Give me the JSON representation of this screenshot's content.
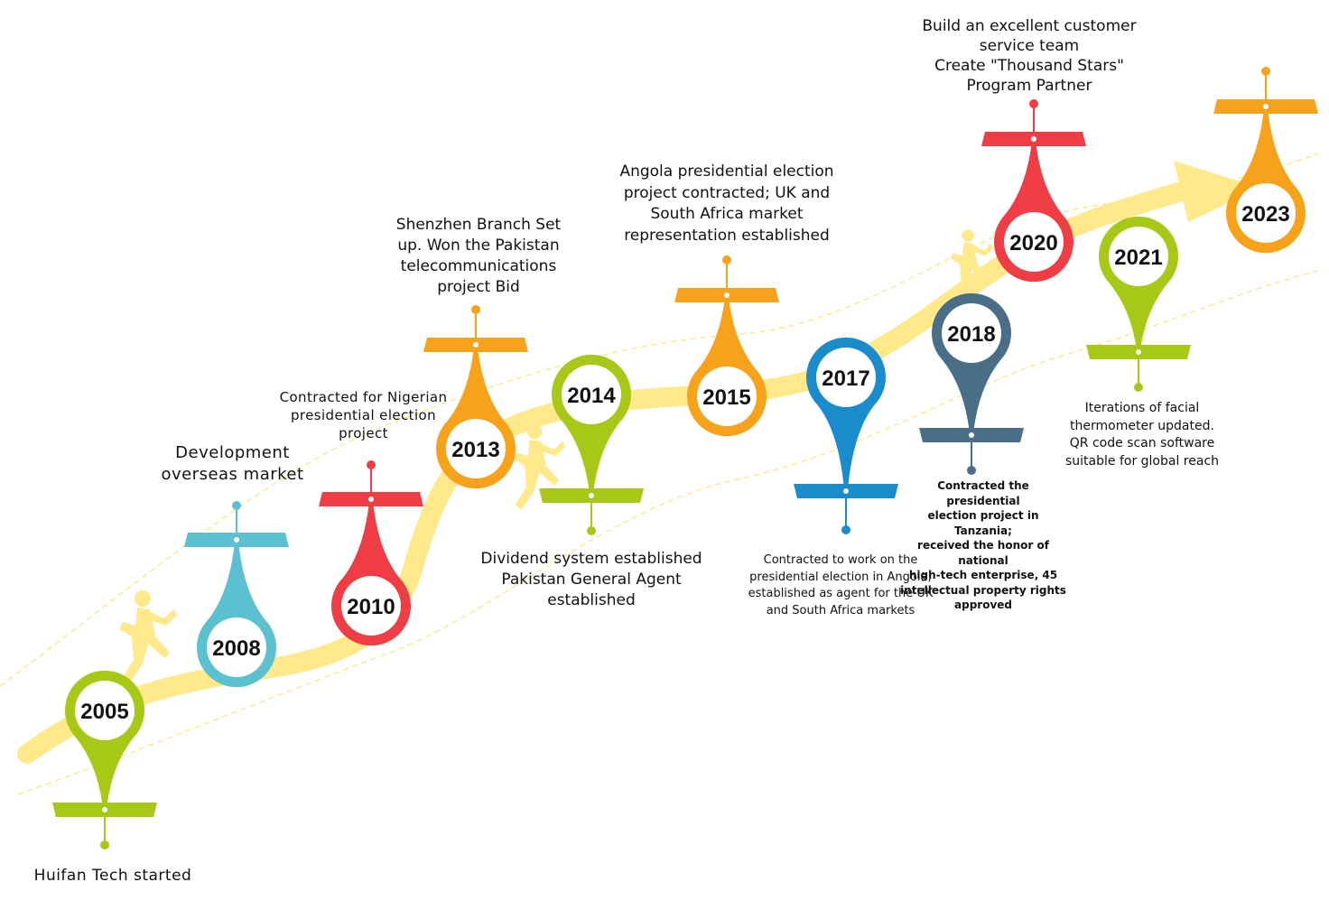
{
  "colors": {
    "path": "#FFE98A",
    "path_soft": "#FFF2B0",
    "runner": "#FFE98A",
    "green": "#A8C817",
    "teal": "#5BC0CF",
    "red": "#EF3D45",
    "orange": "#F7A21B",
    "blue": "#1A8CCB",
    "slate": "#4A6E87"
  },
  "icons": {
    "markers": "map-pin-icon",
    "runners": "running-person-icon"
  },
  "milestones": [
    {
      "year": "2005",
      "color": "green",
      "text": "Huifan Tech started"
    },
    {
      "year": "2008",
      "color": "teal",
      "text": "Development\noverseas market"
    },
    {
      "year": "2010",
      "color": "red",
      "text": "Contracted for Nigerian\npresidential election\nproject"
    },
    {
      "year": "2013",
      "color": "orange",
      "text": "Shenzhen Branch Set\nup. Won the Pakistan\ntelecommunications\nproject Bid"
    },
    {
      "year": "2014",
      "color": "green",
      "text": "Dividend system established\nPakistan General Agent\nestablished"
    },
    {
      "year": "2015",
      "color": "orange",
      "text": "Angola presidential election\nproject contracted; UK and\nSouth Africa market\nrepresentation established"
    },
    {
      "year": "2017",
      "color": "blue",
      "text": "Contracted to work on the\npresidential election in Angola;\nestablished as agent for the UK\nand South Africa markets"
    },
    {
      "year": "2018",
      "color": "slate",
      "text": "Contracted the presidential\nelection project in Tanzania;\nreceived the honor of national\nhigh-tech enterprise, 45\nintellectual property rights\napproved"
    },
    {
      "year": "2020",
      "color": "red",
      "text": "Build an excellent customer\nservice team\nCreate \"Thousand Stars\"\nProgram Partner"
    },
    {
      "year": "2021",
      "color": "green",
      "text": "Iterations of facial\nthermometer updated.\nQR code scan software\nsuitable for global reach"
    },
    {
      "year": "2023",
      "color": "orange",
      "text": ""
    }
  ]
}
